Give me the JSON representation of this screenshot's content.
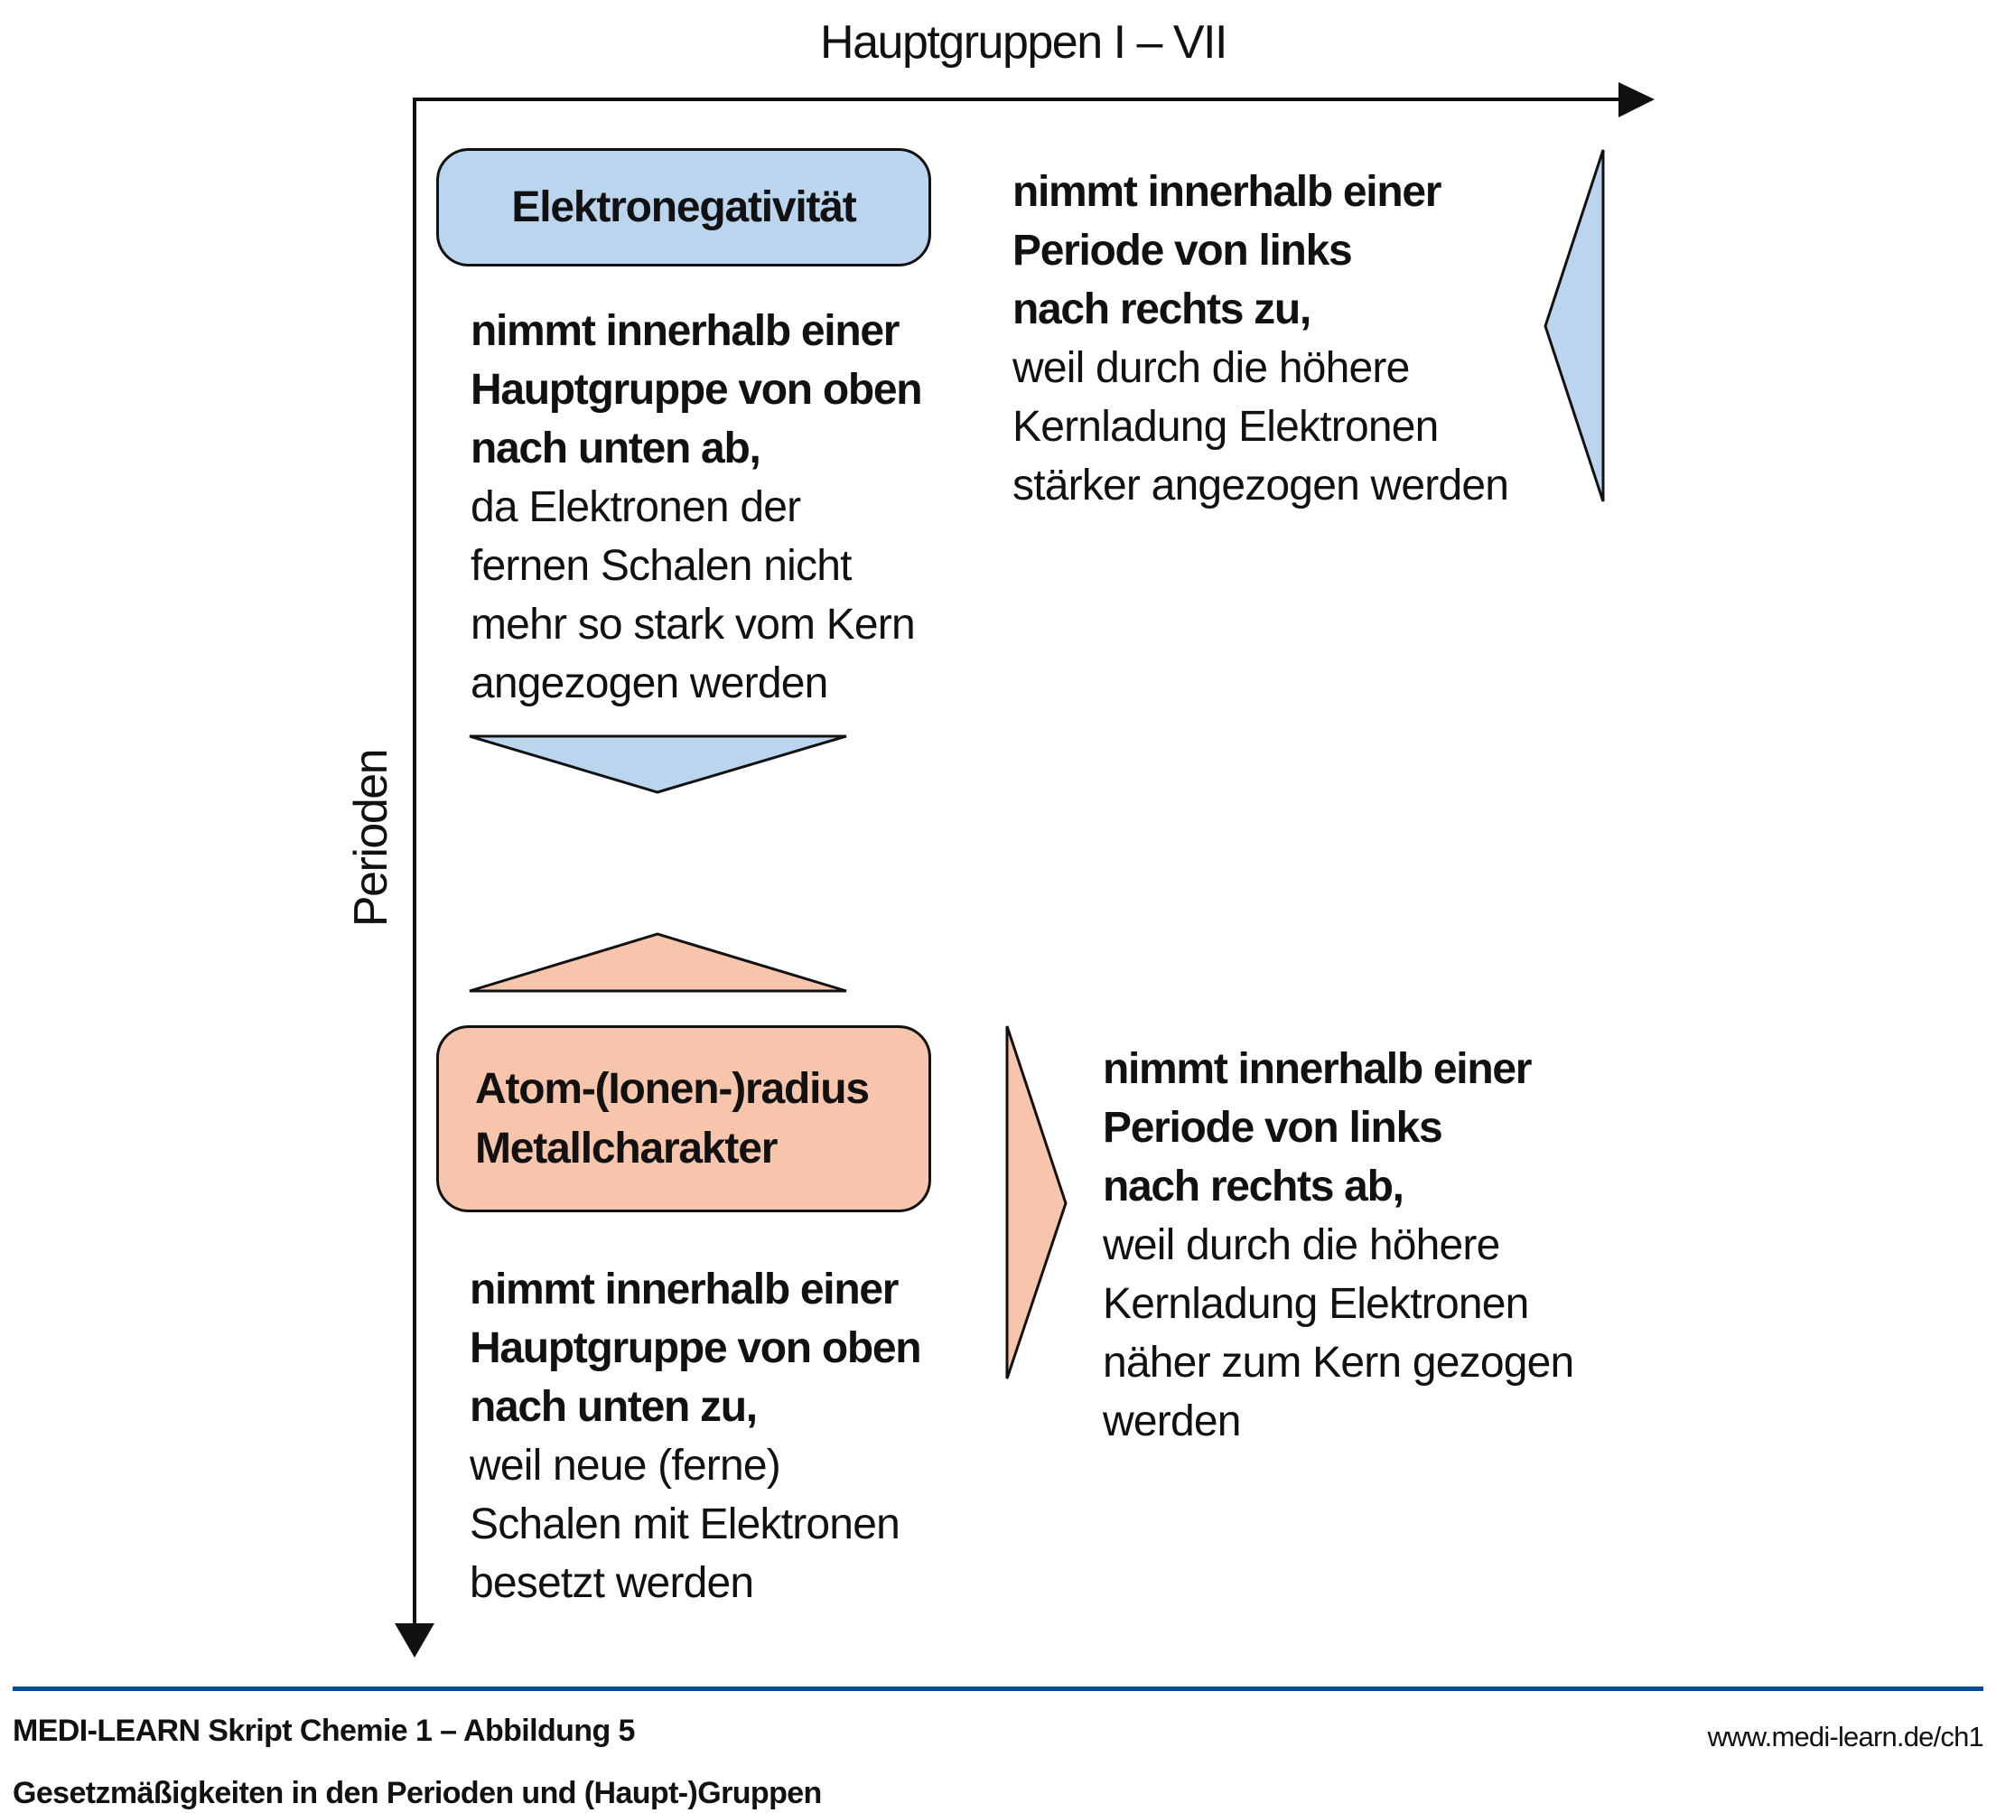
{
  "axes": {
    "x_label": "Hauptgruppen I – VII",
    "y_label": "Perioden"
  },
  "colors": {
    "electronegativity_fill": "#bcd5ef",
    "radius_fill": "#f7c4ac",
    "footer_rule": "#0b4b9c"
  },
  "electronegativity": {
    "title": "Elektronegativität",
    "group_trend": {
      "bold": [
        "nimmt innerhalb einer",
        "Hauptgruppe von oben",
        "nach unten ab,"
      ],
      "regular": [
        "da Elektronen der",
        "fernen Schalen nicht",
        "mehr so stark vom Kern",
        "angezogen werden"
      ]
    },
    "period_trend": {
      "bold": [
        "nimmt innerhalb einer",
        "Periode von links",
        "nach rechts zu,"
      ],
      "regular": [
        "weil durch die höhere",
        "Kernladung Elektronen",
        "stärker angezogen werden"
      ]
    }
  },
  "radius": {
    "title_lines": [
      "Atom-(Ionen-)radius",
      "Metallcharakter"
    ],
    "group_trend": {
      "bold": [
        "nimmt innerhalb einer",
        "Hauptgruppe von oben",
        "nach unten zu,"
      ],
      "regular": [
        "weil neue (ferne)",
        "Schalen mit Elektronen",
        "besetzt werden"
      ]
    },
    "period_trend": {
      "bold": [
        "nimmt innerhalb einer",
        "Periode von links",
        "nach rechts ab,"
      ],
      "regular": [
        "weil durch die höhere",
        "Kernladung Elektronen",
        "näher zum Kern gezogen",
        "werden"
      ]
    }
  },
  "footer": {
    "caption_title": "MEDI-LEARN Skript Chemie 1 – Abbildung 5",
    "caption_subtitle": "Gesetzmäßigkeiten in den Perioden und (Haupt-)Gruppen",
    "url": "www.medi-learn.de/ch1"
  }
}
